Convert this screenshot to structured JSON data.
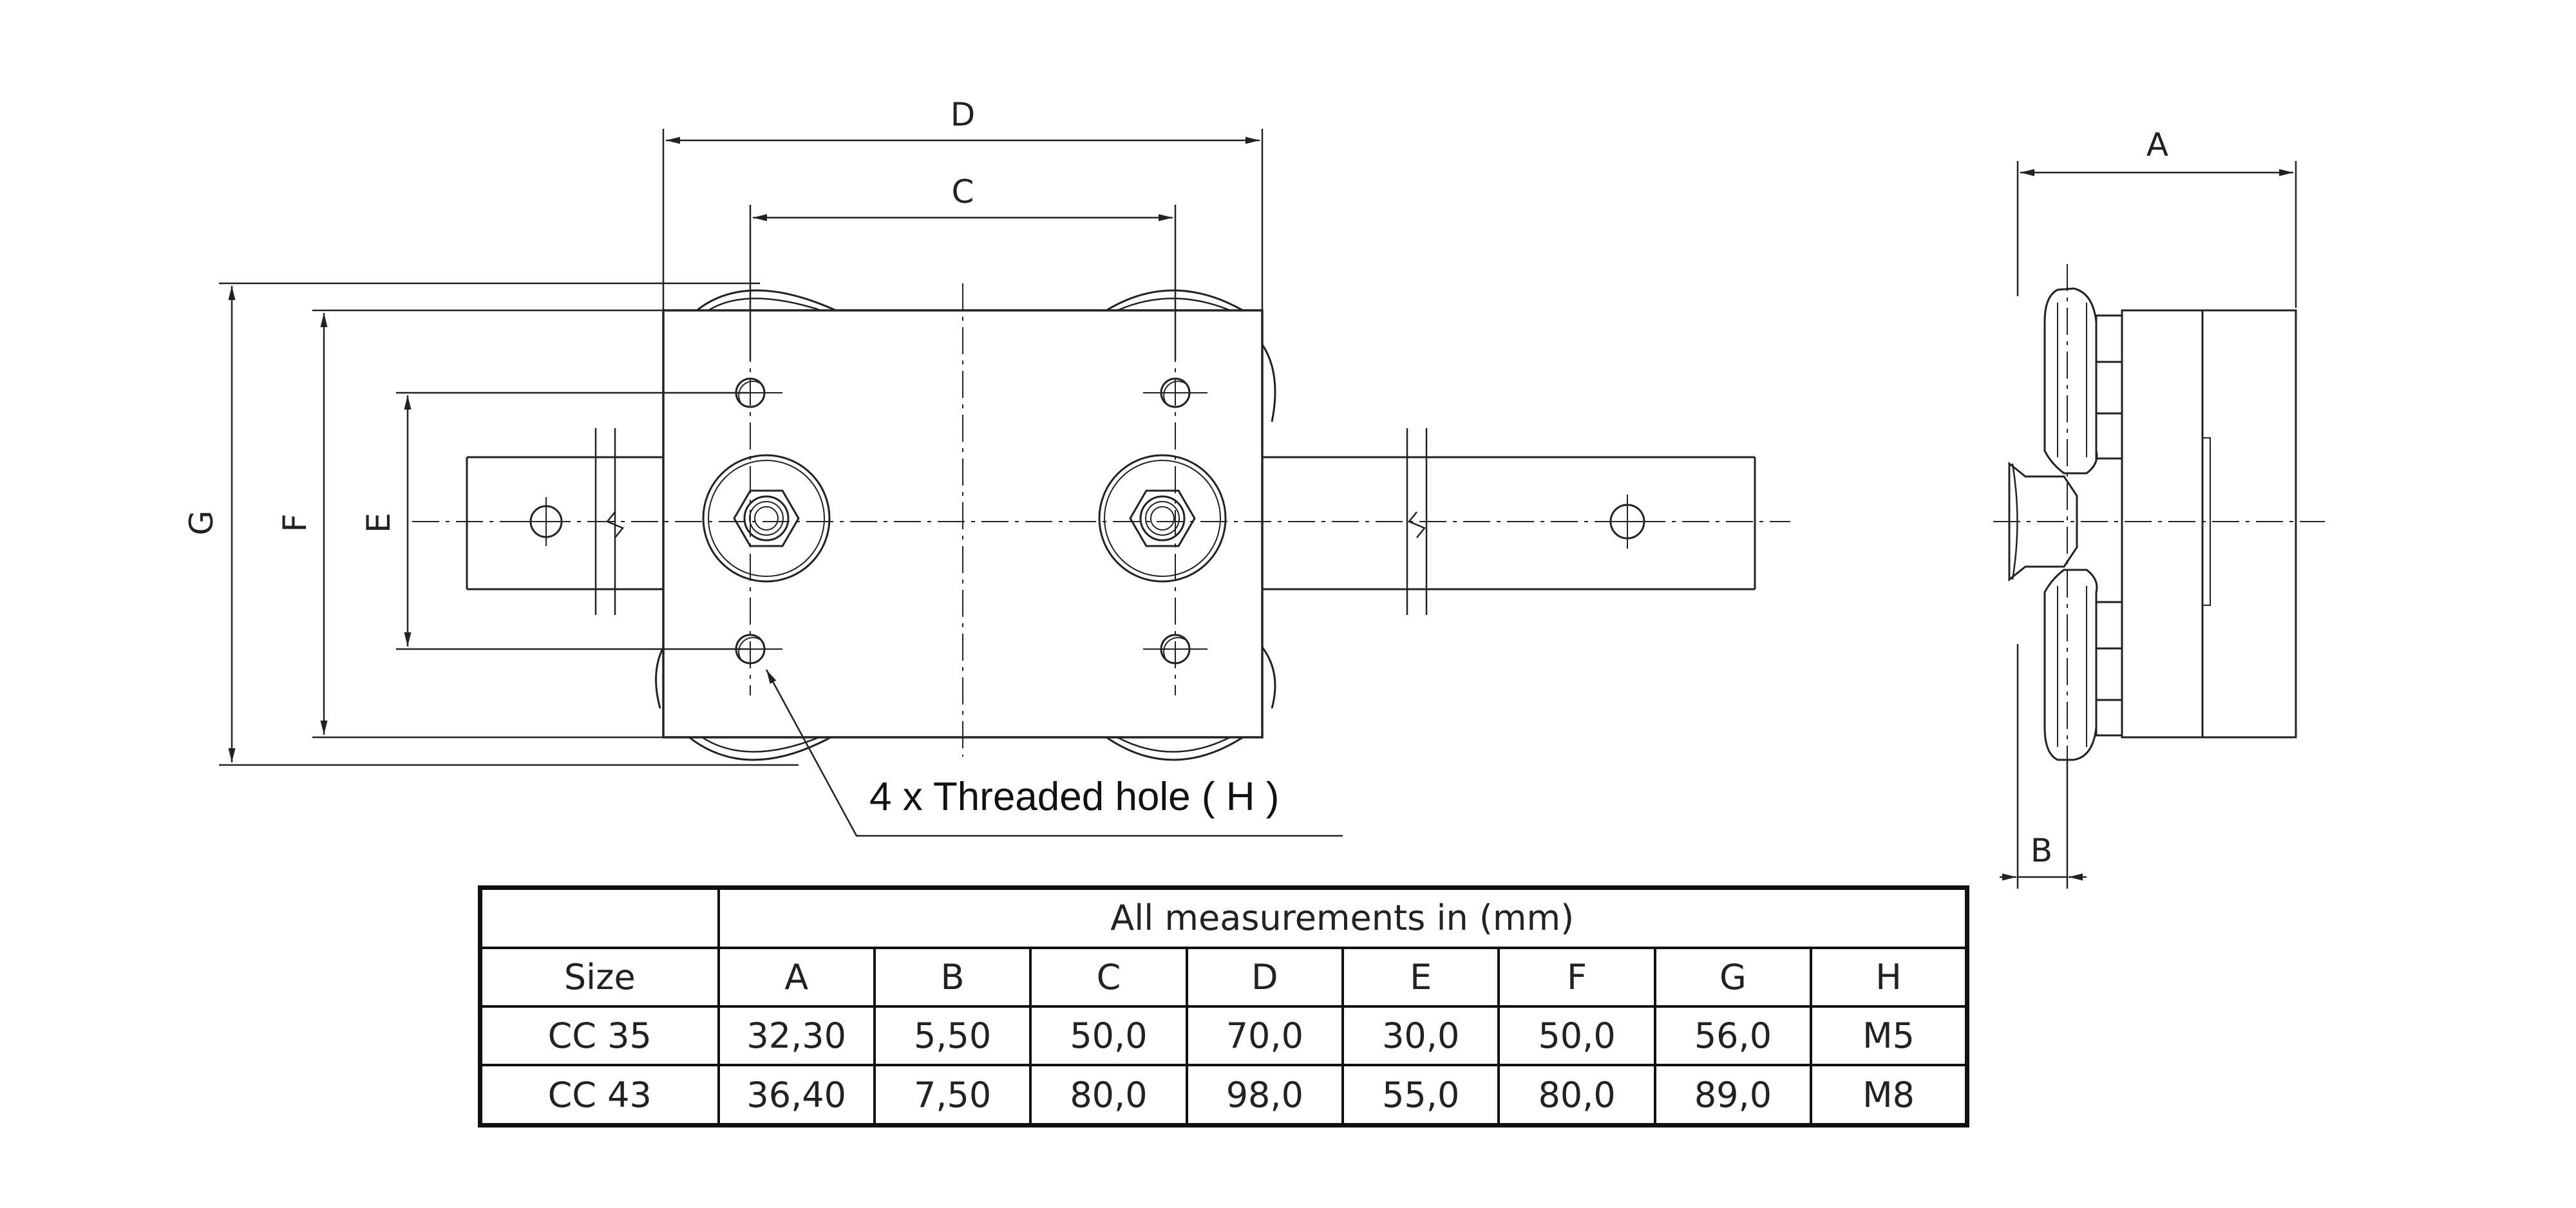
{
  "dimensions": {
    "labels": {
      "A": "A",
      "B": "B",
      "C": "C",
      "D": "D",
      "E": "E",
      "F": "F",
      "G": "G"
    }
  },
  "callout": {
    "threaded_hole": "4 x Threaded hole ( H )"
  },
  "table": {
    "caption": "All measurements in (mm)",
    "headers": [
      "Size",
      "A",
      "B",
      "C",
      "D",
      "E",
      "F",
      "G",
      "H"
    ],
    "rows": [
      [
        "CC 35",
        "32,30",
        "5,50",
        "50,0",
        "70,0",
        "30,0",
        "50,0",
        "56,0",
        "M5"
      ],
      [
        "CC 43",
        "36,40",
        "7,50",
        "80,0",
        "98,0",
        "55,0",
        "80,0",
        "89,0",
        "M8"
      ]
    ]
  },
  "colors": {
    "line": "#222222",
    "background": "#ffffff"
  }
}
